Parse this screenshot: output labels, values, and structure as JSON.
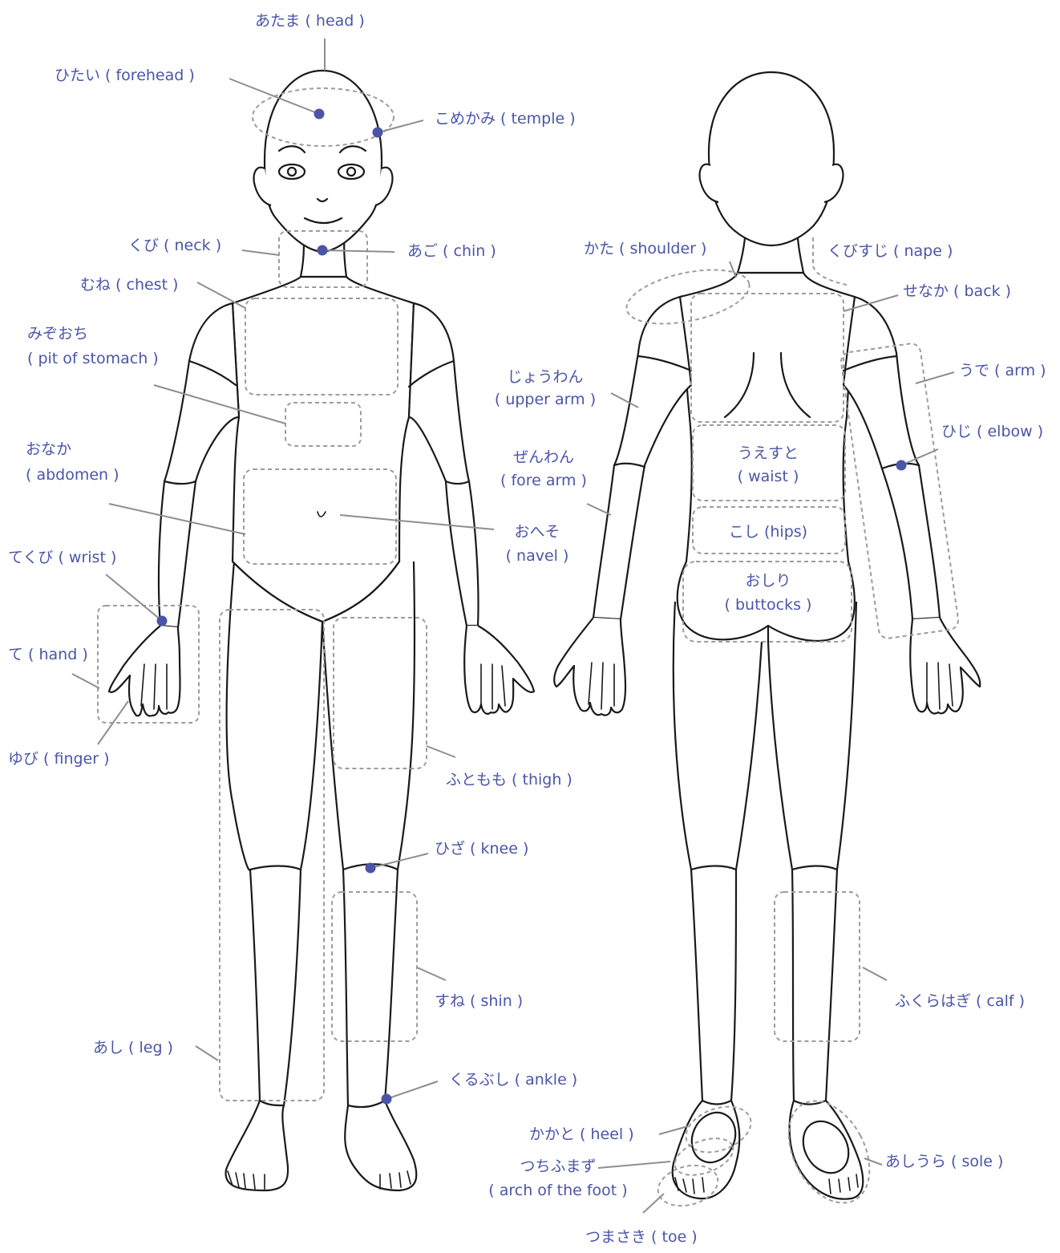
{
  "colors": {
    "label": "#4a55a8",
    "leader": "#8e8e8e",
    "region": "#9c9c9c",
    "outline": "#1a1a1a"
  },
  "labels": {
    "head": "あたま ( head )",
    "forehead": "ひたい ( forehead )",
    "temple": "こめかみ ( temple )",
    "neck": "くび ( neck )",
    "chin": "あご ( chin )",
    "chest": "むね ( chest )",
    "pit_of_stomach": [
      "みぞおち",
      "( pit of stomach )"
    ],
    "abdomen": [
      "おなか",
      "( abdomen )"
    ],
    "navel": [
      "おへそ",
      "( navel )"
    ],
    "wrist": "てくび ( wrist )",
    "hand": "て ( hand )",
    "finger": "ゆび ( finger )",
    "thigh": "ふともも ( thigh )",
    "knee": "ひざ ( knee )",
    "shin": "すね ( shin )",
    "leg": "あし ( leg )",
    "ankle": "くるぶし ( ankle )",
    "shoulder": "かた ( shoulder )",
    "nape": "くびすじ ( nape )",
    "back": "せなか ( back )",
    "upper_arm": [
      "じょうわん",
      "( upper arm )"
    ],
    "arm": "うで ( arm )",
    "elbow": "ひじ ( elbow )",
    "forearm": [
      "ぜんわん",
      "( fore arm )"
    ],
    "waist": [
      "うえすと",
      "( waist )"
    ],
    "hips": "こし (hips)",
    "buttocks": [
      "おしり",
      "( buttocks )"
    ],
    "calf": "ふくらはぎ ( calf )",
    "heel": "かかと ( heel )",
    "arch": [
      "つちふまず",
      "( arch of the foot )"
    ],
    "sole": "あしうら ( sole )",
    "toe": "つまさき ( toe )"
  }
}
